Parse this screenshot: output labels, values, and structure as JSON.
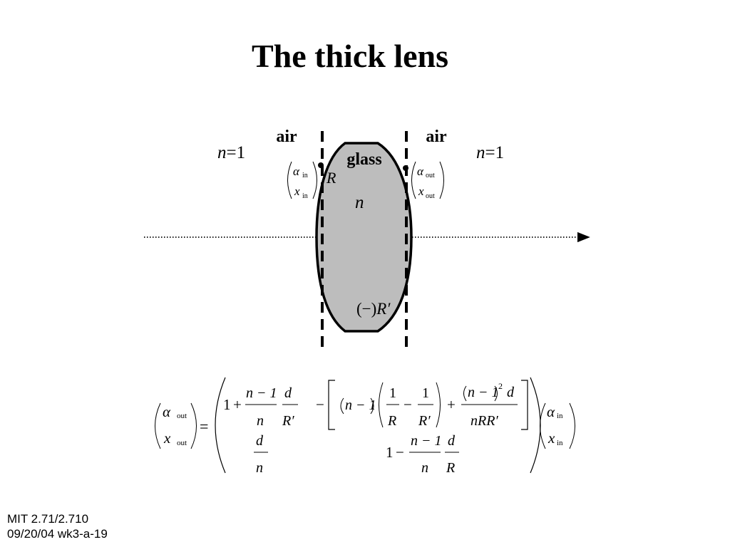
{
  "slide": {
    "title": "The thick lens",
    "footer_line1": "MIT 2.71/2.710",
    "footer_line2": "09/20/04 wk3-a-19"
  },
  "diagram": {
    "left_medium": "air",
    "right_medium": "air",
    "lens_material": "glass",
    "left_index_symbol": "n",
    "left_index_value": "=1",
    "right_index_symbol": "n",
    "right_index_value": "=1",
    "lens_index": "n",
    "first_radius": "R",
    "second_radius_prefix": "(−)",
    "second_radius": "R′",
    "alpha_symbol": "α",
    "x_symbol": "x",
    "in_subscript": "in",
    "out_subscript": "out"
  },
  "equation": {
    "one": "1",
    "plus": "+",
    "minus": "−",
    "equals": "=",
    "n_minus_1": "n − 1",
    "n": "n",
    "d": "d",
    "R": "R",
    "R_prime": "R′",
    "nRR_prime": "nRR′",
    "squared": "2"
  }
}
